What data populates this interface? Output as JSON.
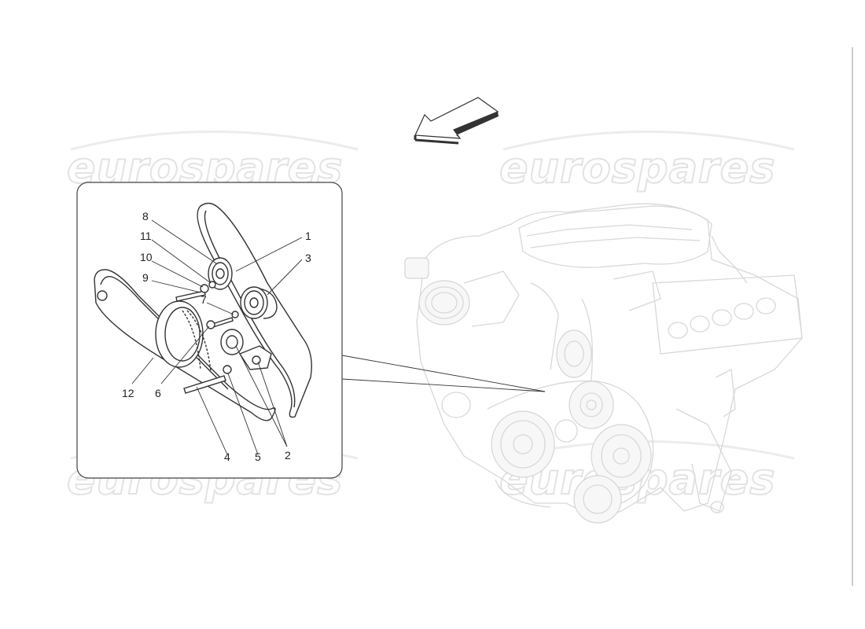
{
  "watermark": {
    "text": "eurospares"
  },
  "callouts": [
    "1",
    "2",
    "3",
    "4",
    "5",
    "6",
    "7",
    "8",
    "9",
    "10",
    "11",
    "12"
  ],
  "colors": {
    "line": "#333333",
    "engine": "#d8d8d8",
    "watermark": "#e3e3e3"
  }
}
